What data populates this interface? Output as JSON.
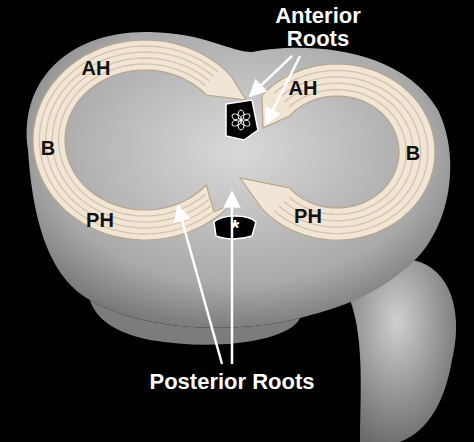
{
  "diagram": {
    "labels": [
      "Anterior Roots",
      "AH",
      "AH",
      "B",
      "B",
      "PH",
      "PH",
      "*",
      "Posterior Roots"
    ]
  }
}
